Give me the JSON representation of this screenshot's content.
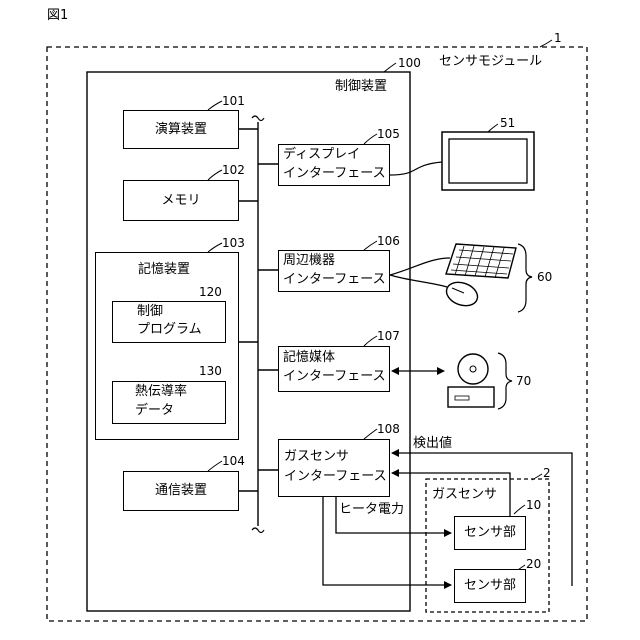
{
  "figure_label": "図1",
  "module": {
    "ref": "1",
    "label": "センサモジュール"
  },
  "controller": {
    "ref": "100",
    "label": "制御装置"
  },
  "blocks": {
    "cpu": {
      "ref": "101",
      "label": "演算装置"
    },
    "memory": {
      "ref": "102",
      "label": "メモリ"
    },
    "storage": {
      "ref": "103",
      "label": "記憶装置"
    },
    "program": {
      "ref": "120",
      "line1": "制御",
      "line2": "プログラム"
    },
    "thermal": {
      "ref": "130",
      "line1": "熱伝導率",
      "line2": "データ"
    },
    "comm": {
      "ref": "104",
      "label": "通信装置"
    },
    "display_if": {
      "ref": "105",
      "line1": "ディスプレイ",
      "line2": "インターフェース"
    },
    "periph_if": {
      "ref": "106",
      "line1": "周辺機器",
      "line2": "インターフェース"
    },
    "media_if": {
      "ref": "107",
      "line1": "記憶媒体",
      "line2": "インターフェース"
    },
    "gas_if": {
      "ref": "108",
      "line1": "ガスセンサ",
      "line2": "インターフェース"
    }
  },
  "external": {
    "display_ref": "51",
    "peripherals_ref": "60",
    "media_ref": "70"
  },
  "gas_sensor": {
    "ref": "2",
    "label": "ガスセンサ",
    "unit1": {
      "ref": "10",
      "label": "センサ部"
    },
    "unit2": {
      "ref": "20",
      "label": "センサ部"
    }
  },
  "signals": {
    "detection": "検出値",
    "heater_power": "ヒータ電力"
  }
}
